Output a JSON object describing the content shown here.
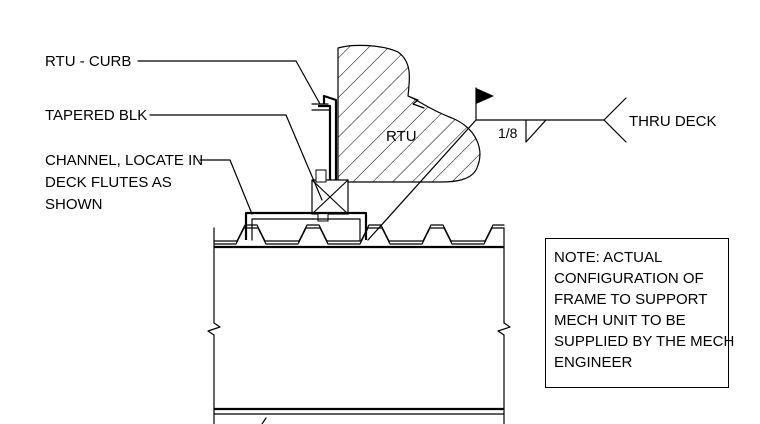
{
  "labels": {
    "rtu_curb": "RTU - CURB",
    "tapered_blk": "TAPERED BLK",
    "channel_line1": "CHANNEL, LOCATE IN",
    "channel_line2": "DECK FLUTES AS",
    "channel_line3": "SHOWN",
    "rtu": "RTU",
    "weld_size": "1/8",
    "thru_deck": "THRU DECK"
  },
  "note": {
    "lines": [
      "NOTE: ACTUAL",
      "CONFIGURATION OF",
      "FRAME TO SUPPORT",
      "MECH UNIT TO BE",
      "SUPPLIED BY THE MECH",
      "ENGINEER"
    ]
  }
}
